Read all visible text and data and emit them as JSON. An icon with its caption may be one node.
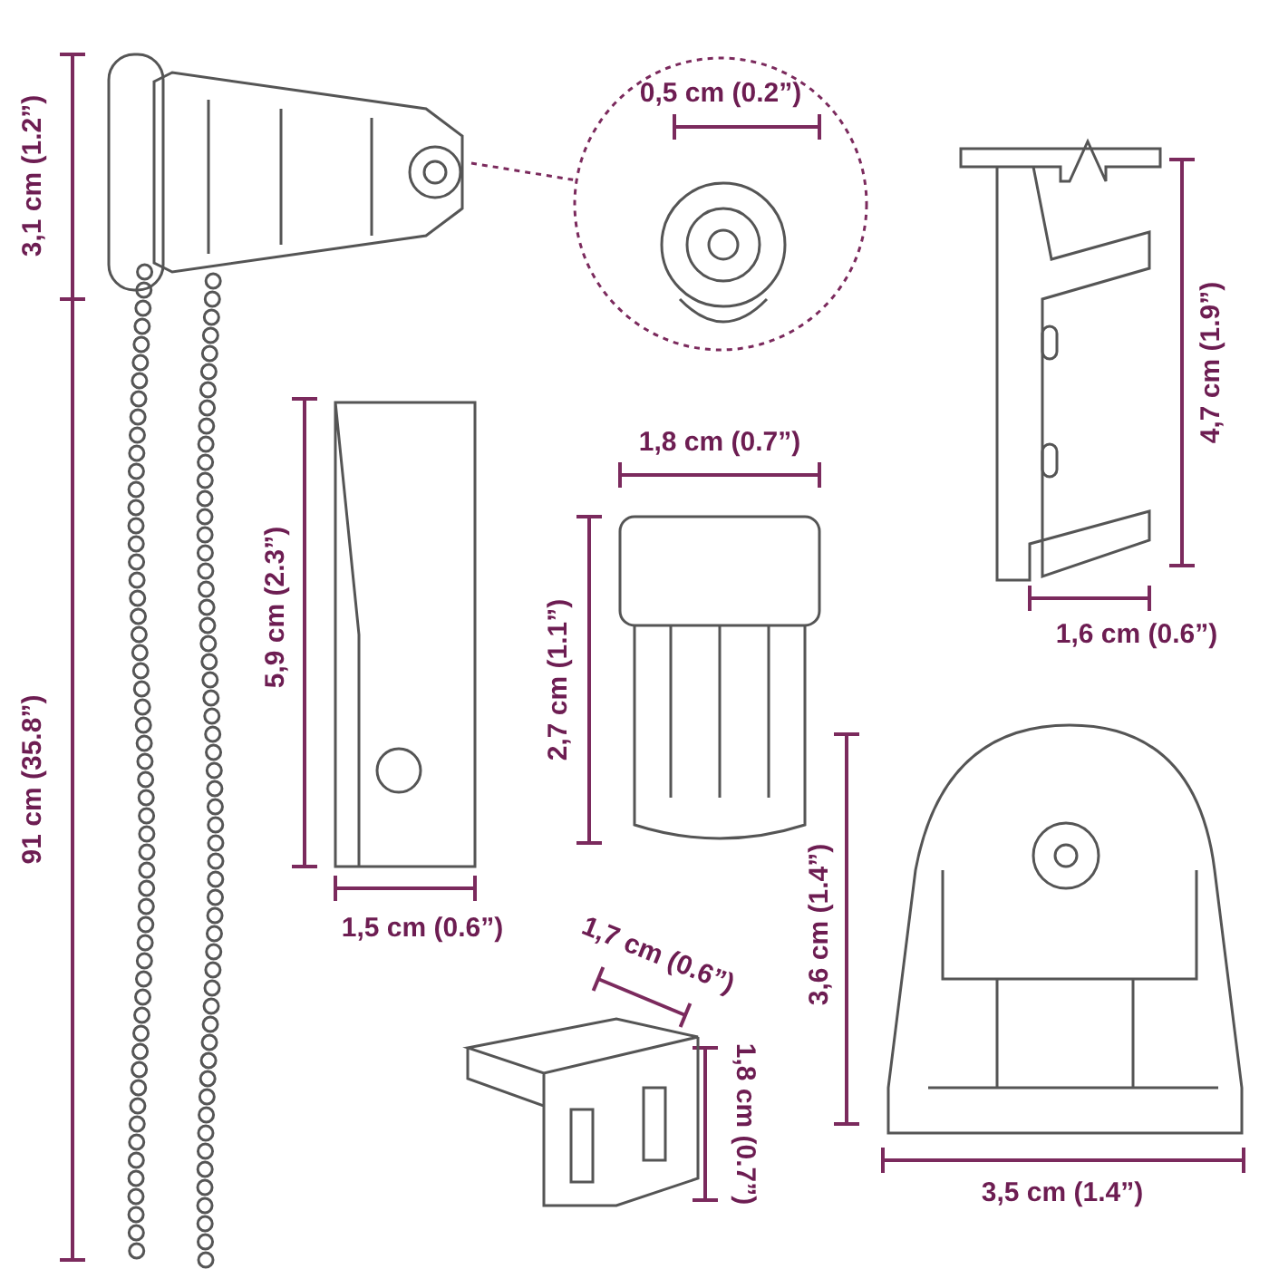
{
  "diagram": {
    "nodes": [
      {
        "text": [],
        "shape": "picture"
      },
      {
        "text": [
          "0,5 cm (0.2”)"
        ]
      }
    ],
    "edges": [
      {
        "from": 0,
        "to": 1,
        "arrow": "none",
        "style": "dashed"
      }
    ],
    "labels": [
      "3,1 cm (1.2”)",
      "4,7 cm (1.9”)",
      "5,9 cm (2.3”)",
      "1,8 cm (0.7”)",
      "2,7 cm (1.1”)",
      "1,6 cm (0.6”)",
      "91 cm (35.8”)",
      "3,6 cm (1.4”)",
      "1,5 cm (0.6”)",
      "1,7 cm (0.6”)",
      "1,8 cm (0.7”)",
      "3,5 cm (1.4”)"
    ]
  }
}
